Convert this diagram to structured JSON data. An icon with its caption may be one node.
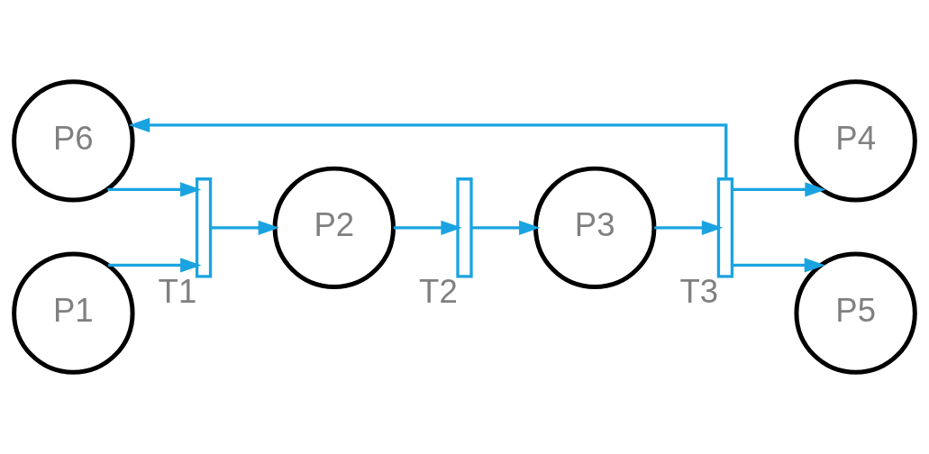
{
  "diagram": {
    "nodes": [
      {
        "text": [
          "P6"
        ]
      },
      {
        "text": [
          "P1"
        ]
      },
      {
        "text": [],
        "shape": "bar",
        "beside": [
          "T1"
        ]
      },
      {
        "text": [
          "P2"
        ]
      },
      {
        "text": [],
        "shape": "bar",
        "beside": [
          "T2"
        ]
      },
      {
        "text": [
          "P3"
        ]
      },
      {
        "text": [],
        "shape": "bar",
        "beside": [
          "T3"
        ]
      },
      {
        "text": [
          "P4"
        ]
      },
      {
        "text": [
          "P5"
        ]
      }
    ],
    "edges": [
      {
        "from": 0,
        "to": 2,
        "arrow": "to"
      },
      {
        "from": 1,
        "to": 2,
        "arrow": "to"
      },
      {
        "from": 2,
        "to": 3,
        "arrow": "to"
      },
      {
        "from": 3,
        "to": 4,
        "arrow": "to"
      },
      {
        "from": 4,
        "to": 5,
        "arrow": "to"
      },
      {
        "from": 5,
        "to": 6,
        "arrow": "to"
      },
      {
        "from": 6,
        "to": 7,
        "arrow": "to"
      },
      {
        "from": 6,
        "to": 8,
        "arrow": "to"
      },
      {
        "from": 6,
        "to": 0,
        "arrow": "to"
      }
    ]
  }
}
